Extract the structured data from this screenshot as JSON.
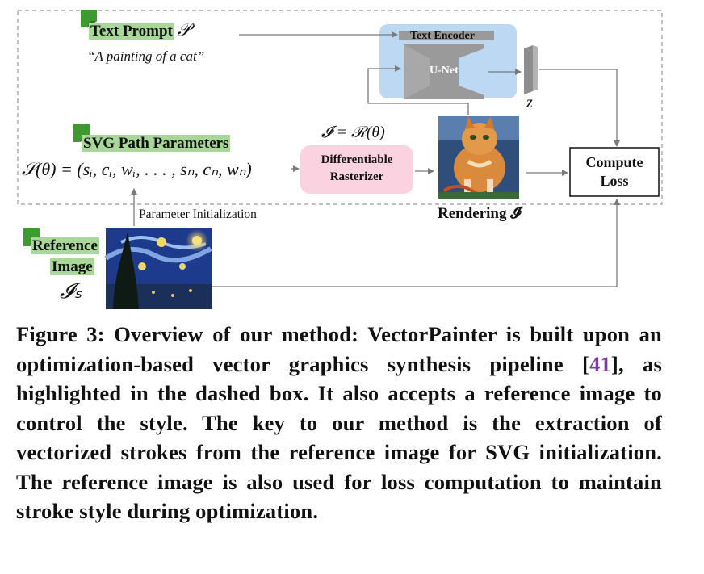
{
  "figure": {
    "text_prompt_label": "Text Prompt",
    "text_prompt_symbol": "𝒫",
    "prompt_example": "“A painting of a cat”",
    "svg_params_label": "SVG Path Parameters",
    "svg_params_formula": "𝒮(θ) = (sᵢ, cᵢ, wᵢ, . . . , sₙ, cₙ, wₙ)",
    "reference_label_line1": "Reference",
    "reference_label_line2": "Image",
    "reference_symbol": "𝓘ₛ",
    "param_init_label": "Parameter Initialization",
    "text_encoder_label": "Text Encoder",
    "unet_label": "U-Net",
    "z_label": "z",
    "rasterizer_formula": "𝓘 = ℛ(θ)",
    "rasterizer_line1": "Differentiable",
    "rasterizer_line2": "Rasterizer",
    "rendering_label": "Rendering 𝓘",
    "compute_loss_line1": "Compute",
    "compute_loss_line2": "Loss"
  },
  "caption": {
    "prefix": "Figure 3: Overview of our method: VectorPainter is built upon an optimization-based vector graphics synthesis pipeline [",
    "ref": "41",
    "suffix": "], as highlighted in the dashed box. It also accepts a reference image to control the style. The key to our method is the extraction of vectorized strokes from the reference image for SVG initialization. The reference image is also used for loss computation to maintain stroke style during optimization."
  },
  "colors": {
    "highlight_green": "#a9d79a",
    "flag_green": "#3c9a2e",
    "blue_box": "#bcd8f2",
    "pink_box": "#fbd3e0",
    "arrow_gray": "#7a7a7a",
    "citation_purple": "#7a3ea0"
  }
}
